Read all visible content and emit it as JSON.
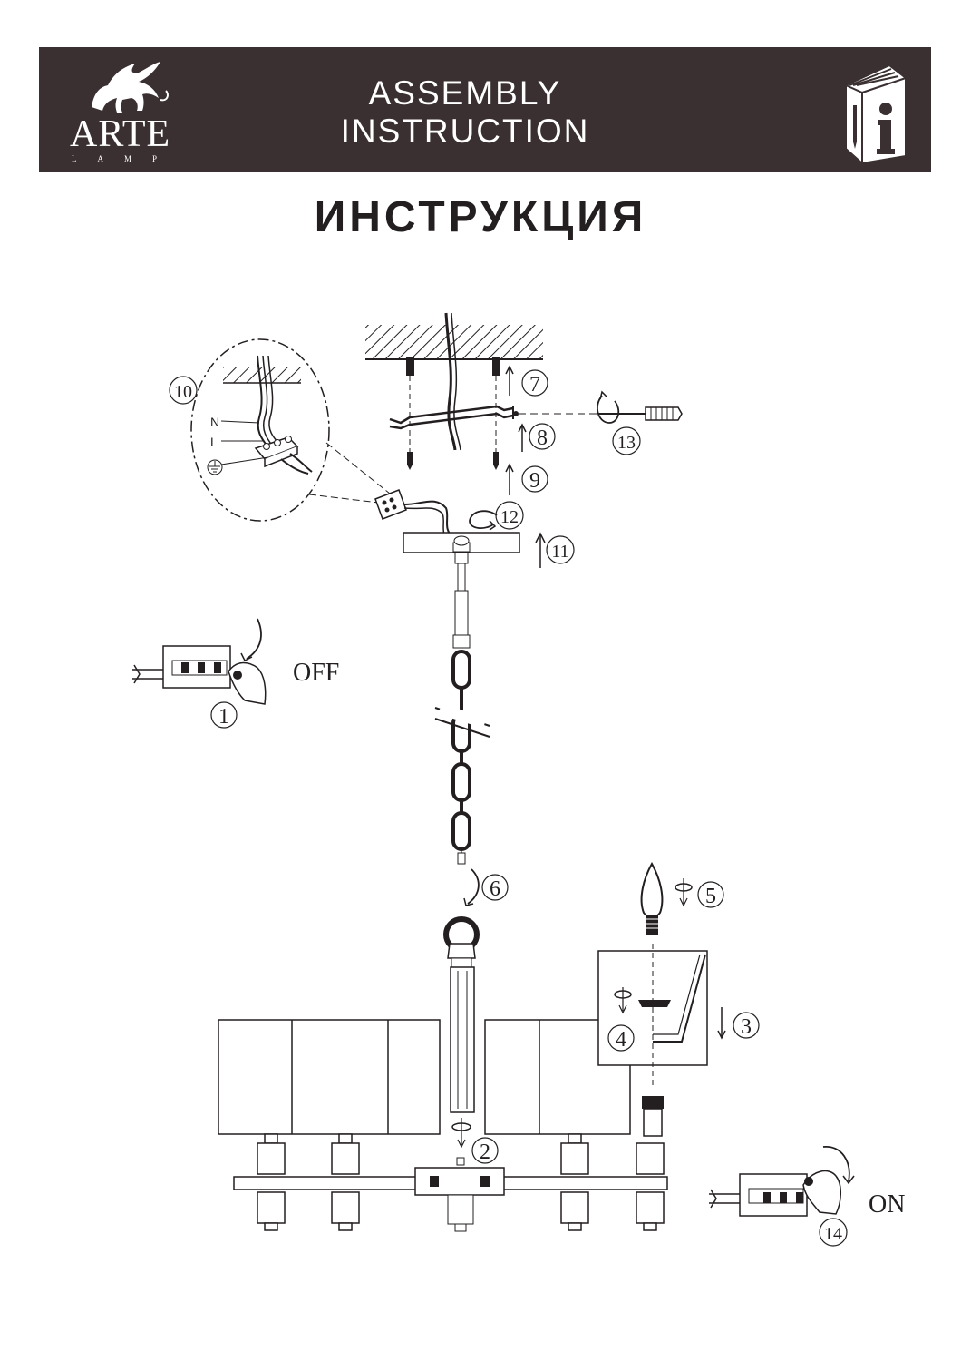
{
  "header": {
    "brand": "ARTE",
    "brand_sub": "LAMP",
    "line1": "ASSEMBLY",
    "line2": "INSTRUCTION",
    "info_icon": "manual-info-icon"
  },
  "title": "ИНСТРУКЦИЯ",
  "steps": {
    "s1": "1",
    "s2": "2",
    "s3": "3",
    "s4": "4",
    "s5": "5",
    "s6": "6",
    "s7": "7",
    "s8": "8",
    "s9": "9",
    "s10": "10",
    "s11": "11",
    "s12": "12",
    "s13": "13",
    "s14": "14"
  },
  "labels": {
    "off": "OFF",
    "on": "ON",
    "neutral": "N",
    "live": "L"
  },
  "colors": {
    "header_bg": "#3a3031",
    "ink": "#231f20"
  }
}
